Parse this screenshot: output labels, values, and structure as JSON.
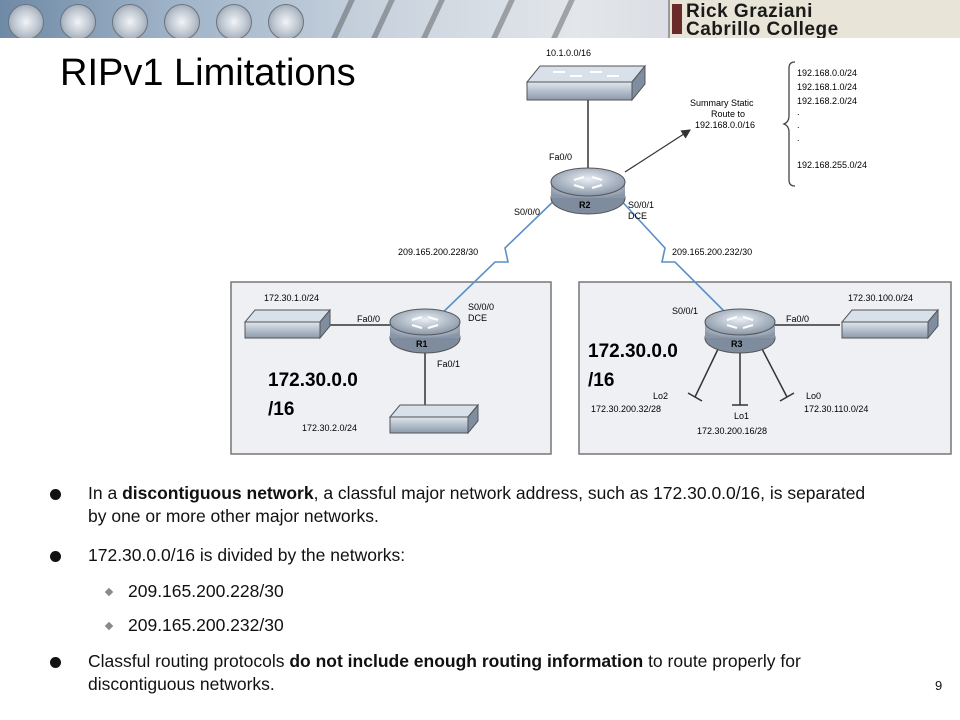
{
  "header": {
    "brand_line1": "Rick Graziani",
    "brand_line2": "Cabrillo College"
  },
  "slide": {
    "title": "RIPv1 Limitations",
    "page_number": "9"
  },
  "diagram": {
    "top_switch_network": "10.1.0.0/16",
    "r2": {
      "name": "R2",
      "fa": "Fa0/0",
      "s000": "S0/0/0",
      "s001": "S0/0/1",
      "s001_dce": "DCE"
    },
    "summary": {
      "line1": "Summary Static",
      "line2": "Route to",
      "line3": "192.168.0.0/16",
      "routes": [
        "192.168.0.0/24",
        "192.168.1.0/24",
        "192.168.2.0/24",
        "192.168.255.0/24"
      ],
      "ellipsis": "."
    },
    "left_link": "209.165.200.228/30",
    "right_link": "209.165.200.232/30",
    "r1": {
      "name": "R1",
      "fa00": "Fa0/0",
      "fa01": "Fa0/1",
      "s000": "S0/0/0",
      "dce": "DCE",
      "lan_top": "172.30.1.0/24",
      "lan_bottom": "172.30.2.0/24",
      "major_net_l1": "172.30.0.0",
      "major_net_l2": "/16"
    },
    "r3": {
      "name": "R3",
      "fa00": "Fa0/0",
      "s001": "S0/0/1",
      "lan": "172.30.100.0/24",
      "lo0": "Lo0",
      "lo0_net": "172.30.110.0/24",
      "lo1": "Lo1",
      "lo1_net": "172.30.200.16/28",
      "lo2": "Lo2",
      "lo2_net": "172.30.200.32/28",
      "major_net_l1": "172.30.0.0",
      "major_net_l2": "/16"
    }
  },
  "bullets": {
    "b1_pre": "In a ",
    "b1_bold": "discontiguous network",
    "b1_post": ", a classful major network address, such as 172.30.0.0/16, is separated by one or more other major networks.",
    "b2": "172.30.0.0/16 is divided by the networks:",
    "sub1": "209.165.200.228/30",
    "sub2": "209.165.200.232/30",
    "b3_pre": "Classful routing protocols ",
    "b3_bold": "do not include enough routing information",
    "b3_post": " to route properly for discontiguous networks."
  }
}
